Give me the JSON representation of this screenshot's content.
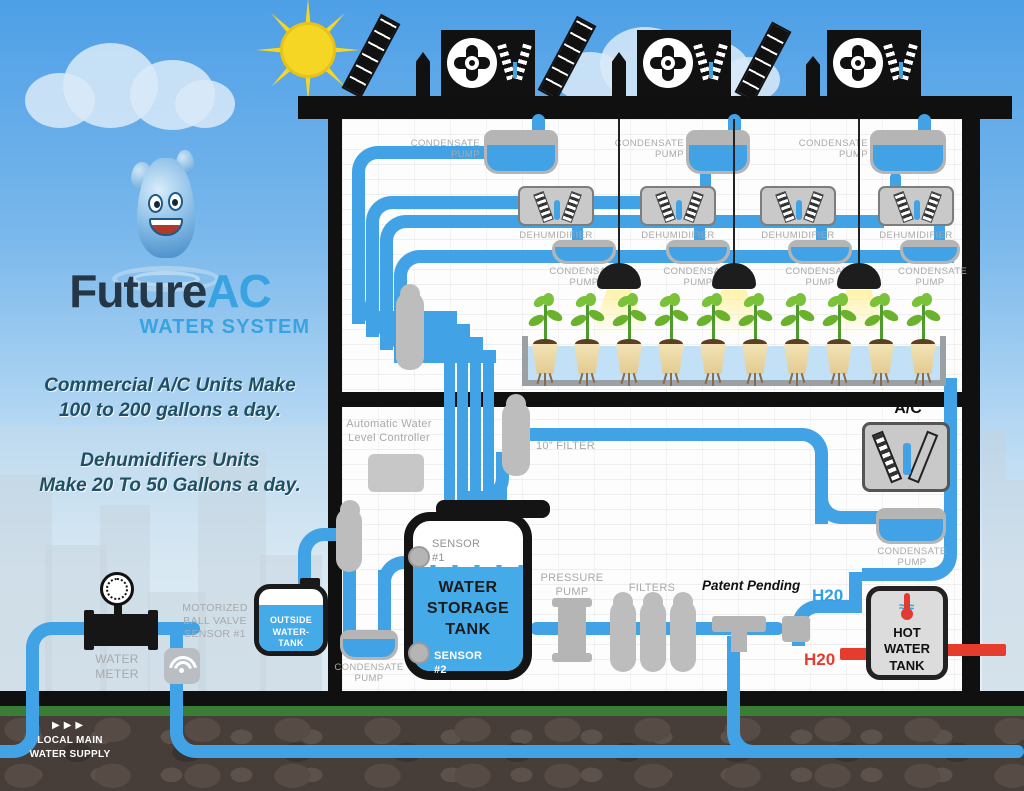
{
  "logo": {
    "brand_primary": "Future",
    "brand_accent": "AC",
    "subtitle": "WATER SYSTEM"
  },
  "intro": {
    "line1": "Commercial A/C Units Make",
    "line2": "100 to 200 gallons a day.",
    "line3": "Dehumidifiers Units",
    "line4": "Make 20 To 50 Gallons a day."
  },
  "eq": {
    "condensate_pump": "CONDENSATE PUMP",
    "dehumidifier": "DEHUMIDIFIER",
    "auto_water_level": "Automatic Water Level Controller",
    "filter_10": "10” FILTER",
    "sensor_1": "SENSOR #1",
    "sensor_2": "SENSOR #2",
    "water_storage_tank": "WATER STORAGE TANK",
    "pressure_pump": "PRESSURE PUMP",
    "filters": "FILTERS",
    "patent_pending": "Patent Pending",
    "ac_unit": "A/C",
    "hot_water_tank": "HOT WATER TANK",
    "h2o_cold": "H20",
    "h2o_hot": "H20",
    "outside_tank": "OUTSIDE WATER-TANK",
    "water_meter": "WATER METER",
    "motorized_valve": "MOTORIZED BALL VALVE SENSOR #1",
    "local_main": "LOCAL MAIN WATER SUPPLY"
  },
  "icons": {
    "arrow": "▶",
    "waves": "≈≈"
  },
  "colors": {
    "pipe_cold": "#41a3e6",
    "pipe_hot": "#e53c2e",
    "brand_dark": "#253746",
    "brand_accent": "#38a3e0",
    "tagline": "#1e4f63",
    "label_gray": "#a7a9ab",
    "h2o_cold": "#2f9fe8",
    "h2o_hot": "#e53c2e",
    "sun": "#f6d625",
    "grass": "#3b7d36",
    "dirt": "#473d39"
  }
}
